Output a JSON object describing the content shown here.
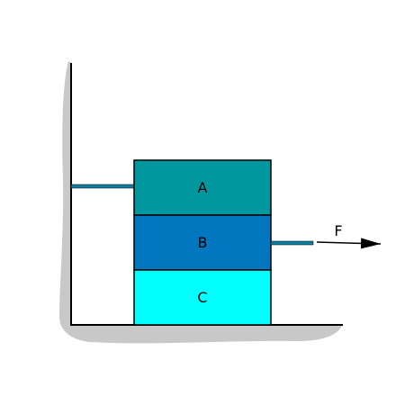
{
  "diagram": {
    "blocks": [
      {
        "label": "A",
        "color": "#00989e"
      },
      {
        "label": "B",
        "color": "#0077be"
      },
      {
        "label": "C",
        "color": "#00ffff"
      }
    ],
    "force_label": "F",
    "colors": {
      "shadow": "#c8c8c8",
      "rope": "#0e7ea0",
      "outline": "#000000"
    }
  }
}
